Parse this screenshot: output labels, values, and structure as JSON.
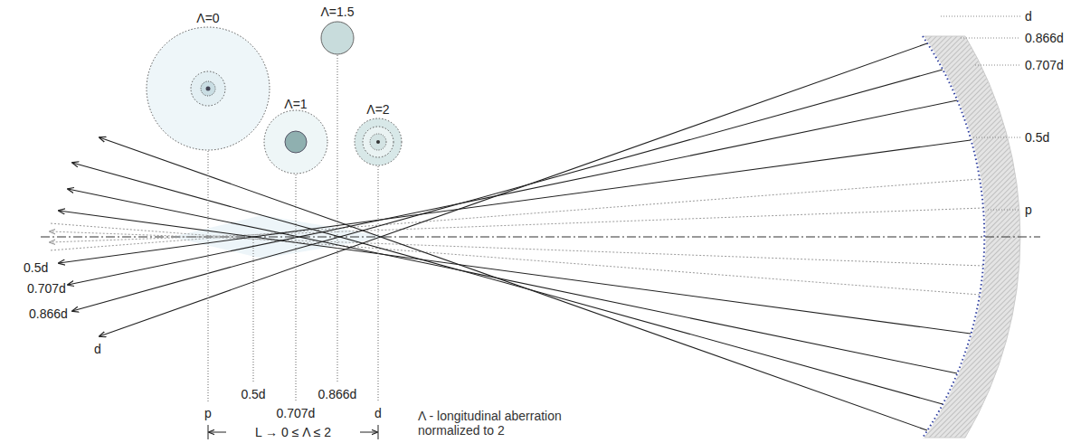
{
  "diagram": {
    "labels": [
      "Λ=0",
      "Λ=1.5",
      "Λ=1",
      "Λ=2",
      "d",
      "0.866d",
      "0.707d",
      "0.5d",
      "p",
      "0.5d",
      "0.707d",
      "0.866d",
      "d",
      "0.5d",
      "0.866d",
      "p",
      "0.707d",
      "d",
      "L → 0 ≤ Λ ≤ 2",
      "Λ - longitudinal aberration normalized to 2"
    ]
  }
}
